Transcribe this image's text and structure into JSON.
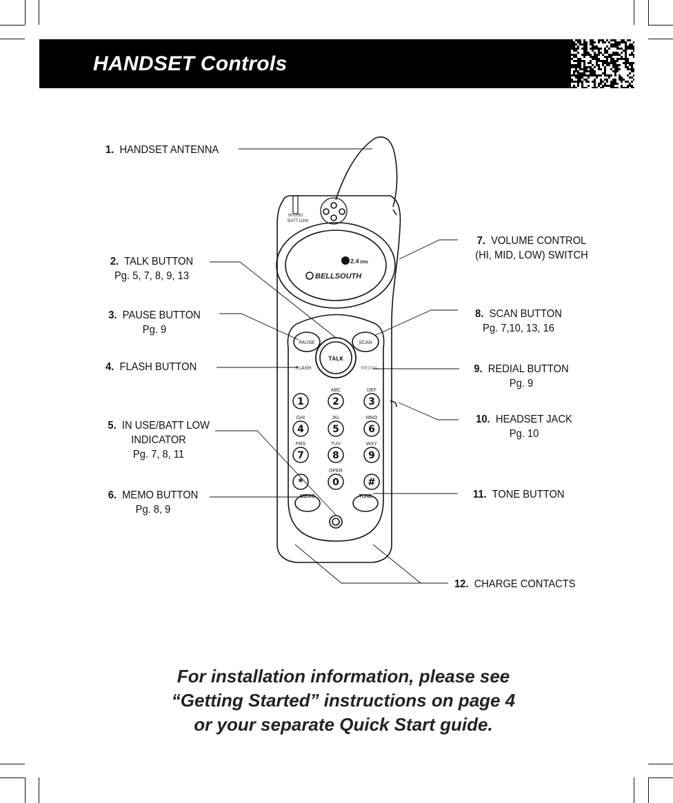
{
  "header": {
    "title": "HANDSET Controls"
  },
  "phone": {
    "indicator_label_1": "IN USE/",
    "indicator_label_2": "BATT LOW",
    "band_number": "2.4",
    "band_unit": "GHz",
    "brand": "BELLSOUTH",
    "buttons": {
      "pause": "PAUSE",
      "scan": "SCAN",
      "talk": "TALK",
      "flash": "FLASH",
      "redial": "REDIAL",
      "memo": "MEMO",
      "tone": "TONE"
    },
    "keys": [
      {
        "digit": "1",
        "letters": ""
      },
      {
        "digit": "2",
        "letters": "ABC"
      },
      {
        "digit": "3",
        "letters": "DEF"
      },
      {
        "digit": "4",
        "letters": "GHI"
      },
      {
        "digit": "5",
        "letters": "JKL"
      },
      {
        "digit": "6",
        "letters": "MNO"
      },
      {
        "digit": "7",
        "letters": "PRS"
      },
      {
        "digit": "8",
        "letters": "TUV"
      },
      {
        "digit": "9",
        "letters": "WXY"
      },
      {
        "digit": "*",
        "letters": ""
      },
      {
        "digit": "0",
        "letters": "OPER"
      },
      {
        "digit": "#",
        "letters": ""
      }
    ]
  },
  "callouts": [
    {
      "number": "1.",
      "lines": [
        "HANDSET ANTENNA"
      ]
    },
    {
      "number": "2.",
      "lines": [
        "TALK BUTTON",
        "Pg. 5, 7, 8, 9, 13"
      ]
    },
    {
      "number": "3.",
      "lines": [
        "PAUSE BUTTON",
        "Pg. 9"
      ]
    },
    {
      "number": "4.",
      "lines": [
        "FLASH BUTTON"
      ]
    },
    {
      "number": "5.",
      "lines": [
        "IN USE/BATT LOW",
        "INDICATOR",
        "Pg. 7, 8, 11"
      ]
    },
    {
      "number": "6.",
      "lines": [
        "MEMO BUTTON",
        "Pg. 8, 9"
      ]
    },
    {
      "number": "7.",
      "lines": [
        "VOLUME CONTROL",
        "(HI, MID, LOW) SWITCH"
      ]
    },
    {
      "number": "8.",
      "lines": [
        "SCAN BUTTON",
        "Pg. 7,10, 13, 16"
      ]
    },
    {
      "number": "9.",
      "lines": [
        "REDIAL BUTTON",
        "Pg. 9"
      ]
    },
    {
      "number": "10.",
      "lines": [
        "HEADSET JACK",
        "Pg. 10"
      ]
    },
    {
      "number": "11.",
      "lines": [
        "TONE BUTTON"
      ]
    },
    {
      "number": "12.",
      "lines": [
        "CHARGE CONTACTS"
      ]
    }
  ],
  "footer": {
    "line1": "For installation information, please see",
    "line2": "“Getting Started” instructions on page 4",
    "line3": "or your separate Quick Start guide."
  }
}
